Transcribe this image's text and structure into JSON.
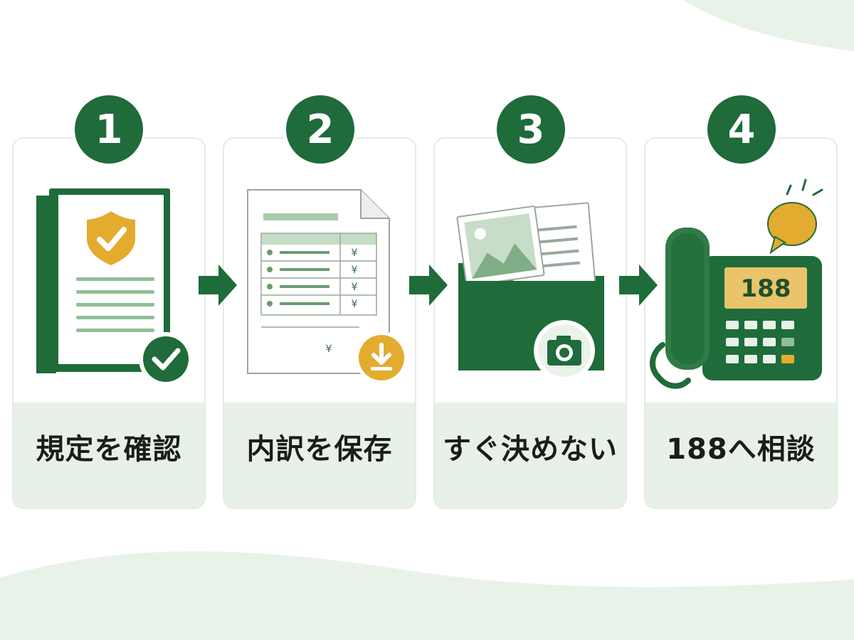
{
  "colors": {
    "green": "#1f6b3a",
    "light_green": "#e8f1e8",
    "gold": "#e3ac2e",
    "text": "#1c1c1c"
  },
  "steps": [
    {
      "number": "1",
      "label": "規定を確認",
      "icons": [
        "document-icon",
        "shield-check-icon",
        "check-circle-icon"
      ]
    },
    {
      "number": "2",
      "label": "内訳を保存",
      "icons": [
        "receipt-icon",
        "yen-icon",
        "download-icon"
      ]
    },
    {
      "number": "3",
      "label": "すぐ決めない",
      "icons": [
        "folder-icon",
        "photo-icon",
        "camera-icon"
      ]
    },
    {
      "number": "4",
      "label": "188へ相談",
      "phone_display": "188",
      "icons": [
        "telephone-icon",
        "speech-bubble-icon"
      ]
    }
  ],
  "receipt": {
    "currency_symbol": "¥"
  }
}
